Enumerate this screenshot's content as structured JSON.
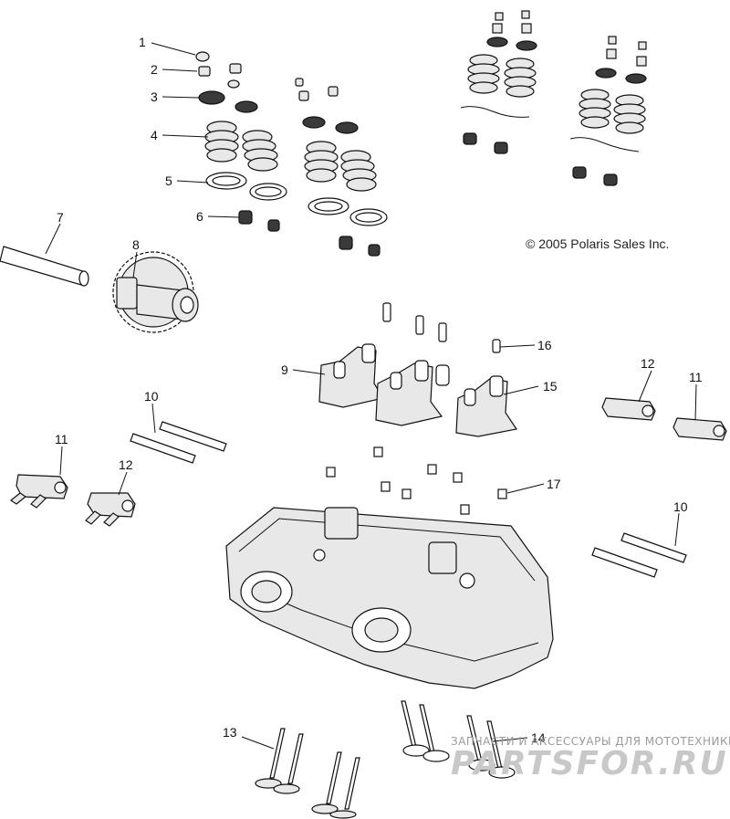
{
  "copyright": "© 2005 Polaris Sales Inc.",
  "watermark": {
    "tagline": "ЗАПЧАСТИ И АКСЕССУАРЫ ДЛЯ МОТОТЕХНИКИ",
    "brand": "PARTSFOR.RU"
  },
  "callouts": {
    "c1": "1",
    "c2": "2",
    "c3": "3",
    "c4": "4",
    "c5": "5",
    "c6": "6",
    "c7": "7",
    "c8": "8",
    "c9": "9",
    "c10a": "10",
    "c10b": "10",
    "c11a": "11",
    "c11b": "11",
    "c12a": "12",
    "c12b": "12",
    "c13": "13",
    "c14": "14",
    "c15": "15",
    "c16": "16",
    "c17": "17"
  }
}
